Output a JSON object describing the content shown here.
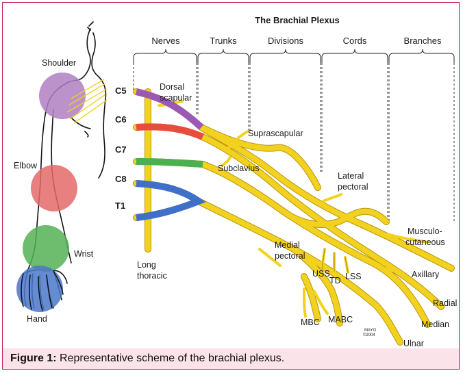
{
  "title": "The Brachial Plexus",
  "columns": [
    "Nerves",
    "Trunks",
    "Divisions",
    "Cords",
    "Branches"
  ],
  "roots": [
    "C5",
    "C6",
    "C7",
    "C8",
    "T1"
  ],
  "body_regions": [
    "Shoulder",
    "Elbow",
    "Wrist",
    "Hand"
  ],
  "nerve_labels": {
    "dorsal_scapular": [
      "Dorsal",
      "scapular"
    ],
    "suprascapular": "Suprascapular",
    "subclavius": "Subclavius",
    "lateral_pectoral": [
      "Lateral",
      "pectoral"
    ],
    "musculocutaneous": [
      "Musculo-",
      "cutaneous"
    ],
    "medial_pectoral": [
      "Medial",
      "pectoral"
    ],
    "long_thoracic": [
      "Long",
      "thoracic"
    ],
    "uss": "USS",
    "td": "TD",
    "lss": "LSS",
    "axillary": "Axillary",
    "radial": "Radial",
    "median": "Median",
    "ulnar": "Ulnar",
    "mbc": "MBC",
    "mabc": "MABC"
  },
  "watermark": [
    "MAYO",
    "©2004"
  ],
  "caption": {
    "label": "Figure 1:",
    "text": " Representative scheme of the brachial plexus."
  },
  "colors": {
    "border": "#c2185b",
    "caption_bg": "#fbe3ea",
    "nerve": "#f2d21e",
    "c5": "#9b59b6",
    "c6": "#e74c3c",
    "c7": "#4caf50",
    "c8_t1": "#3f6fc9",
    "shoulder": "#b07fc2",
    "elbow": "#e46a6a",
    "wrist": "#55b256",
    "hand": "#4a78c9"
  }
}
